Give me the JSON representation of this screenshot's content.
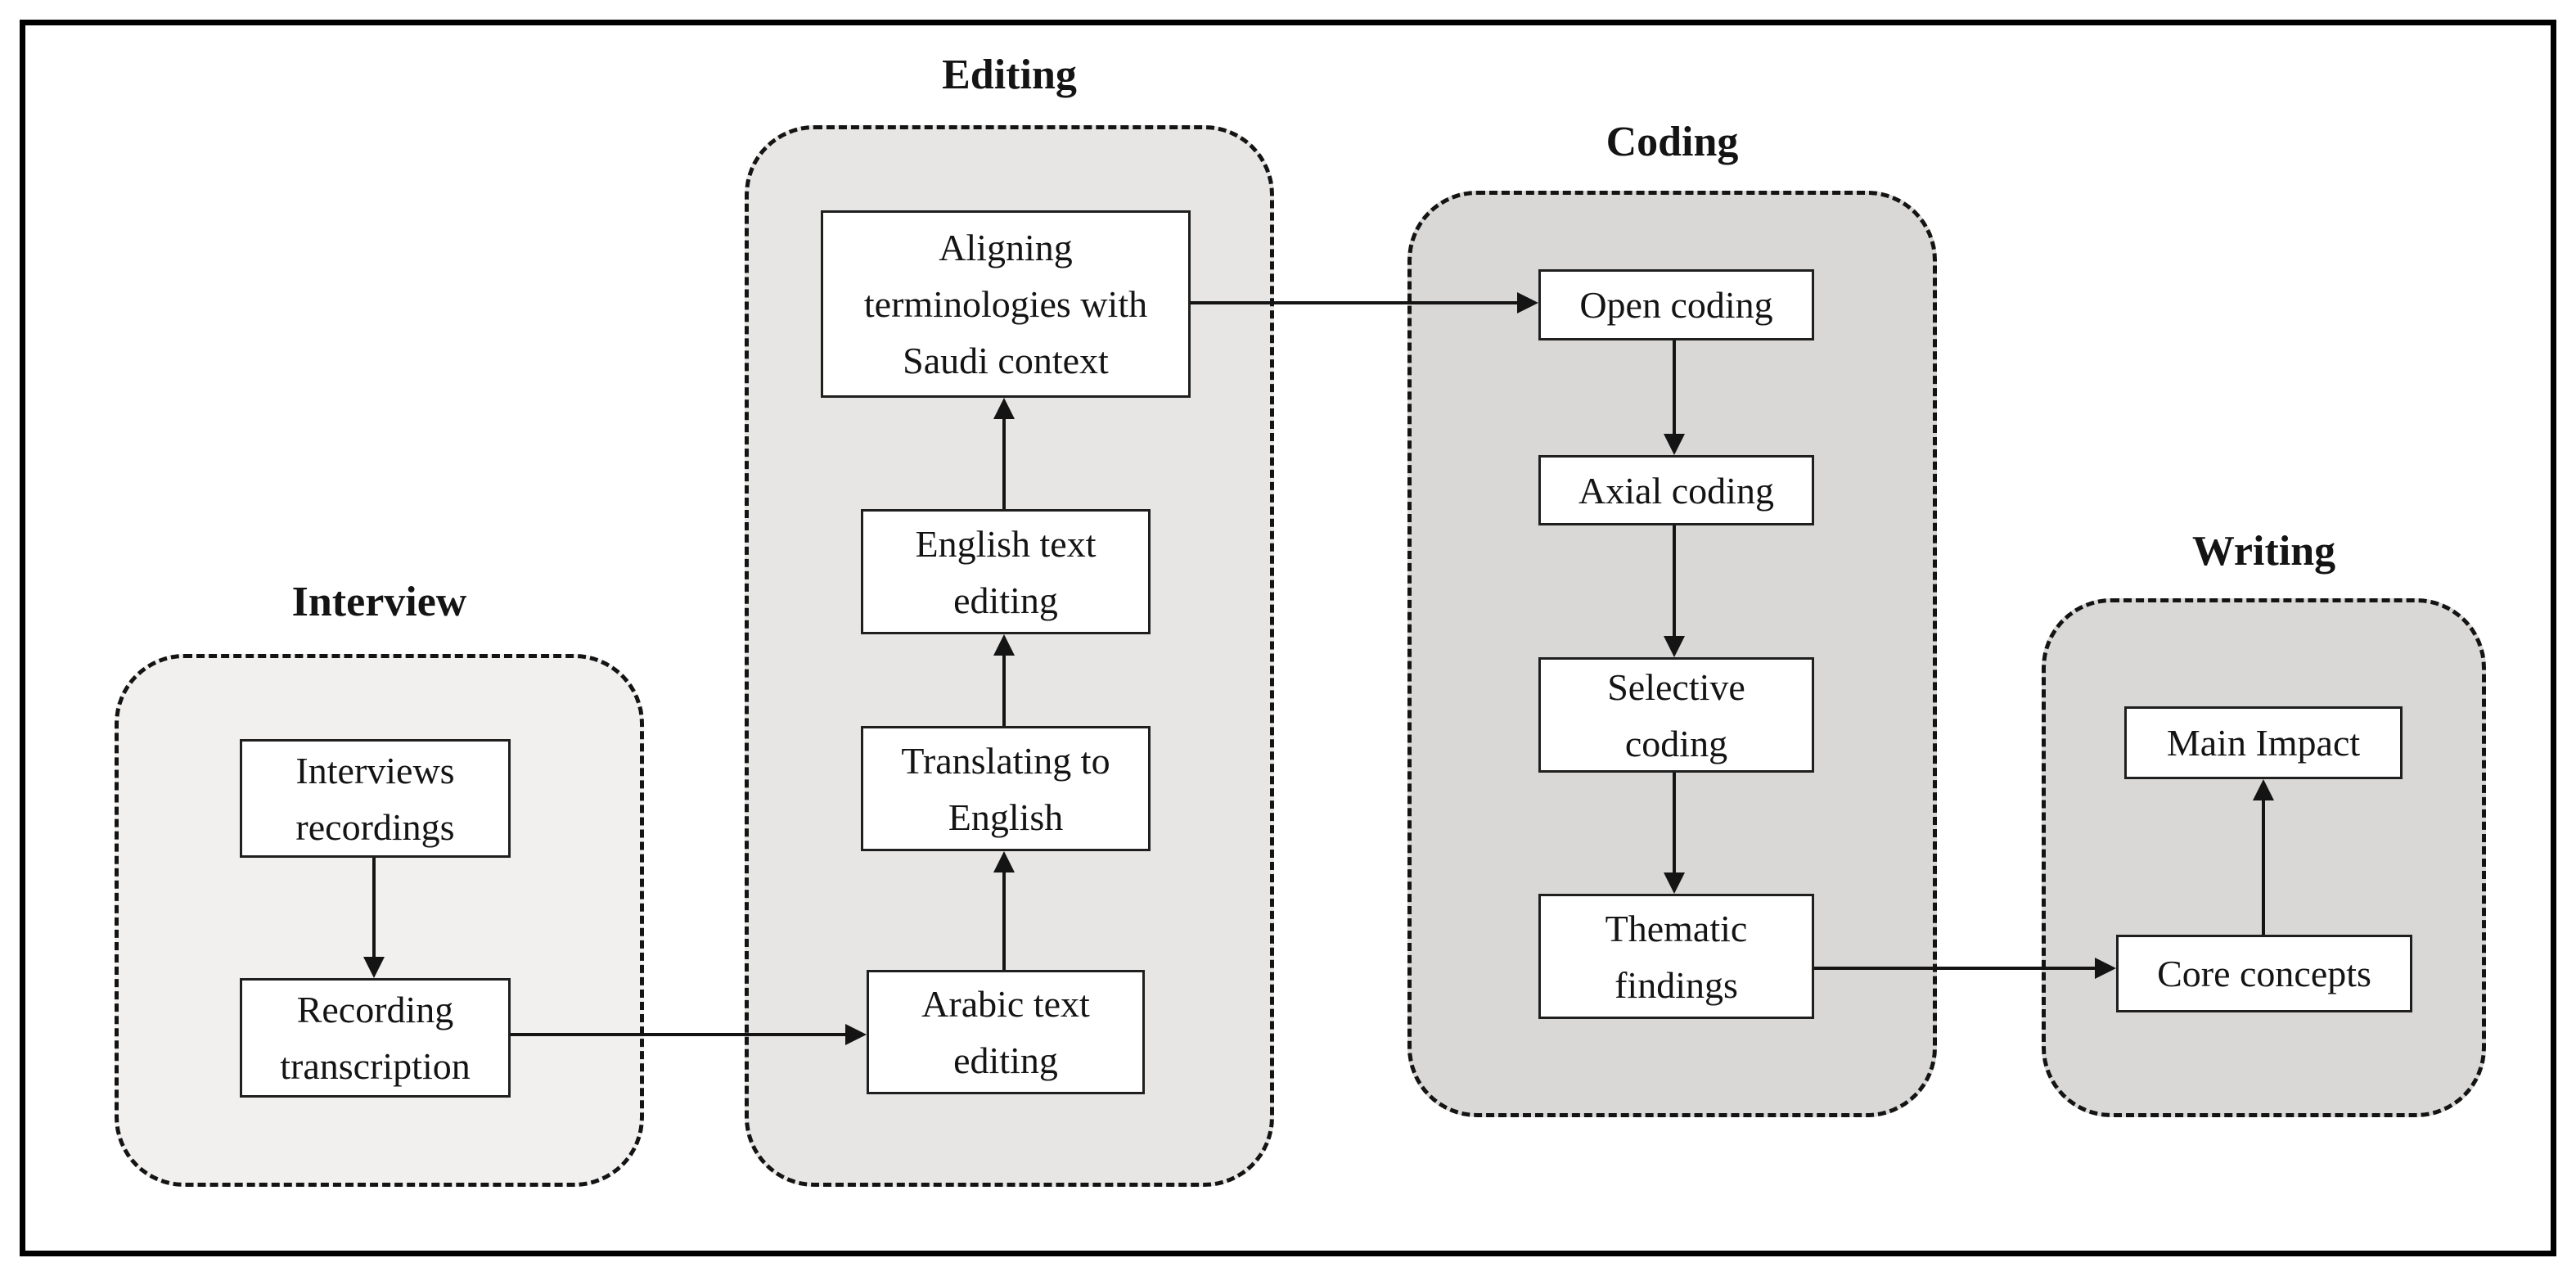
{
  "colors": {
    "background": "#ffffff",
    "frame_border": "#000000",
    "group_border": "#141414",
    "box_fill": "#ffffff",
    "box_border": "#1f1f1f",
    "arrow": "#141414",
    "text": "#141414"
  },
  "diagram": {
    "groups": [
      {
        "label": "Interview",
        "fill": "#f1f0ef",
        "boxes": [
          {
            "text": "Interviews recordings"
          },
          {
            "text": "Recording transcription"
          }
        ]
      },
      {
        "label": "Editing",
        "fill": "#e8e6e5",
        "boxes": [
          {
            "text": "Aligning terminologies with Saudi context"
          },
          {
            "text": "English text editing"
          },
          {
            "text": "Translating to English"
          },
          {
            "text": "Arabic text editing"
          }
        ]
      },
      {
        "label": "Coding",
        "fill": "#d9d8d7",
        "boxes": [
          {
            "text": "Open coding"
          },
          {
            "text": "Axial coding"
          },
          {
            "text": "Selective coding"
          },
          {
            "text": "Thematic findings"
          }
        ]
      },
      {
        "label": "Writing",
        "fill": "#d9d8d7",
        "boxes": [
          {
            "text": "Main Impact"
          },
          {
            "text": "Core concepts"
          }
        ]
      }
    ],
    "connections": [
      {
        "from": "Interviews recordings",
        "to": "Recording transcription"
      },
      {
        "from": "Recording transcription",
        "to": "Arabic text editing"
      },
      {
        "from": "Arabic text editing",
        "to": "Translating to English"
      },
      {
        "from": "Translating to English",
        "to": "English text editing"
      },
      {
        "from": "English text editing",
        "to": "Aligning terminologies with Saudi context"
      },
      {
        "from": "Aligning terminologies with Saudi context",
        "to": "Open coding"
      },
      {
        "from": "Open coding",
        "to": "Axial coding"
      },
      {
        "from": "Axial coding",
        "to": "Selective coding"
      },
      {
        "from": "Selective coding",
        "to": "Thematic findings"
      },
      {
        "from": "Thematic findings",
        "to": "Core concepts"
      },
      {
        "from": "Core concepts",
        "to": "Main Impact"
      }
    ]
  }
}
